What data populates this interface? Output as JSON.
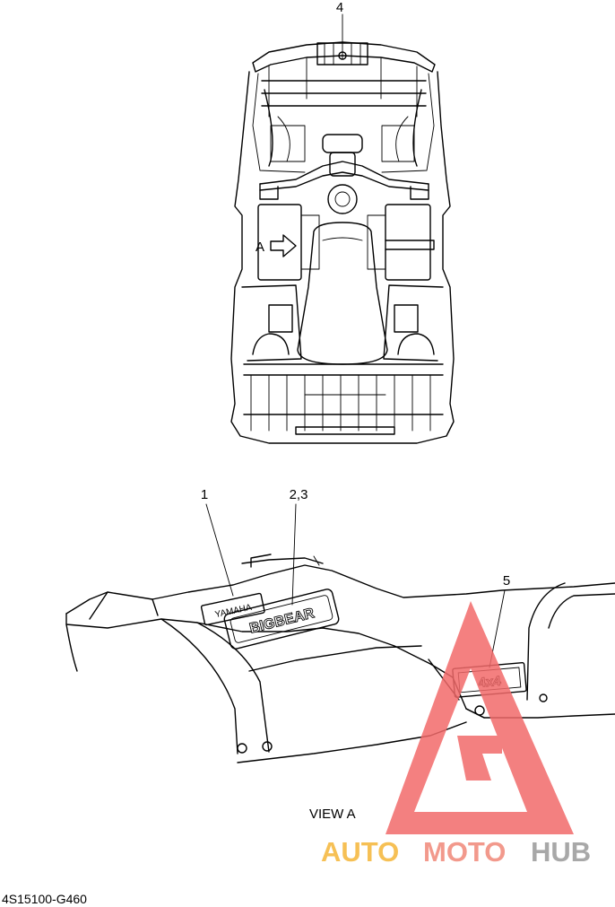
{
  "callouts": {
    "c1": "1",
    "c23": "2,3",
    "c4": "4",
    "c5": "5"
  },
  "view_marker": "A",
  "view_caption": "VIEW A",
  "decals": {
    "yamaha": "YAMAHA",
    "bigbear": "BIGBEAR",
    "badge": "4x4"
  },
  "watermark": {
    "auto": "AUTO",
    "moto": "MOTO",
    "hub": "HUB",
    "colors": {
      "auto": "#f5b638",
      "moto": "#f08878",
      "hub": "#9a9a9a",
      "triangle": "#f26a6a"
    }
  },
  "part_code": "4S15100-G460"
}
